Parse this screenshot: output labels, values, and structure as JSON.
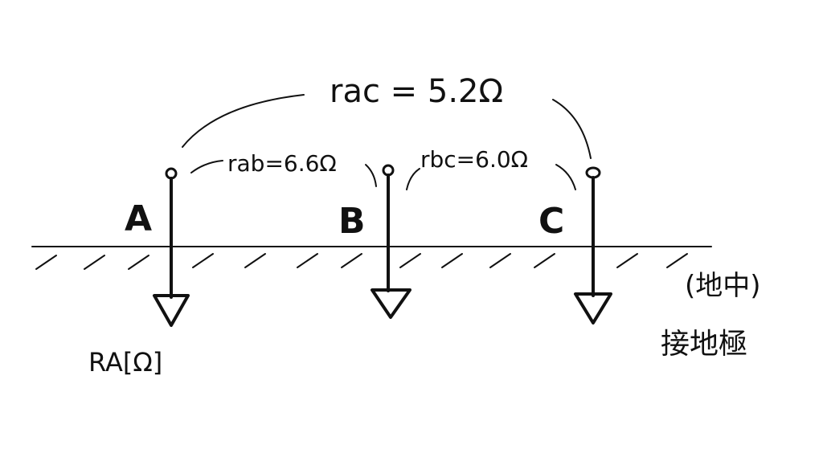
{
  "labels": {
    "electrode_a": "A",
    "electrode_b": "B",
    "electrode_c": "C",
    "r_ac": "rac = 5.2Ω",
    "r_ab": "rab=6.6Ω",
    "r_bc": "rbc=6.0Ω",
    "ra": "RA[Ω]",
    "underground": "(地中)",
    "ground_electrode": "接地極"
  }
}
